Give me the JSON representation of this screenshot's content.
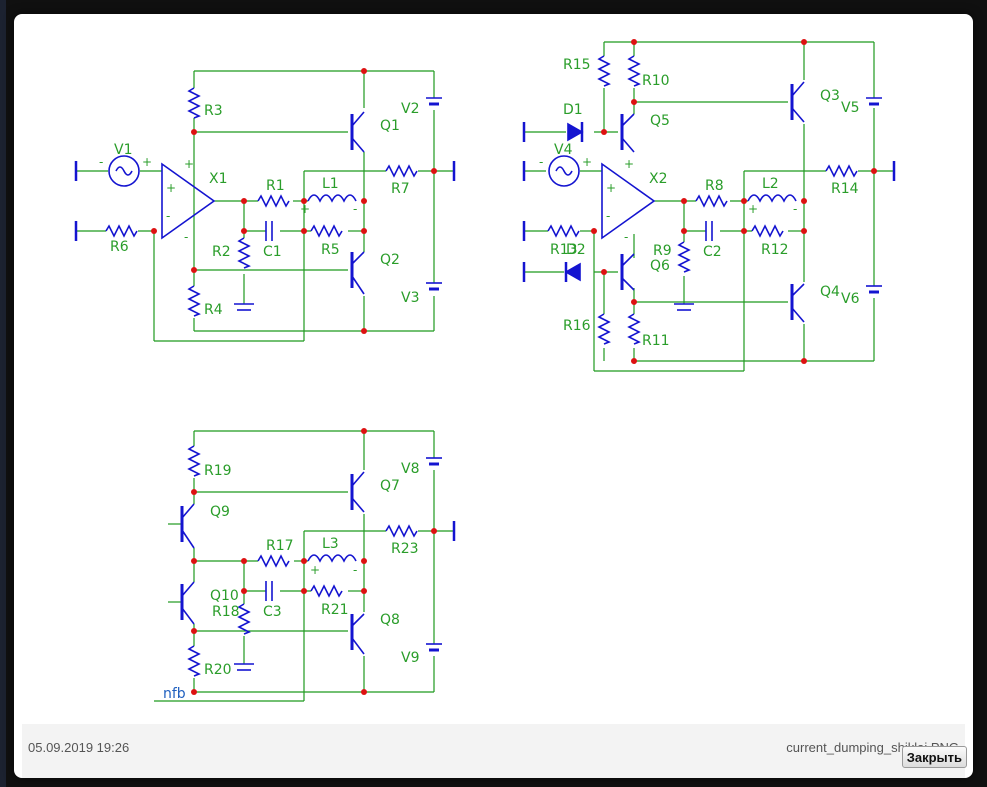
{
  "viewer": {
    "date": "05.09.2019 19:26",
    "filename": "current_dumping_shiklai.PNG",
    "close_label": "Закрыть"
  },
  "schematic": {
    "circuit1": {
      "labels": {
        "r3": "R3",
        "q1": "Q1",
        "v2": "V2",
        "v1": "V1",
        "x1": "X1",
        "r1": "R1",
        "l1": "L1",
        "r7": "R7",
        "r6": "R6",
        "r2": "R2",
        "c1": "C1",
        "r5": "R5",
        "q2": "Q2",
        "v3": "V3",
        "r4": "R4"
      }
    },
    "circuit2": {
      "labels": {
        "r15": "R15",
        "r10": "R10",
        "q3": "Q3",
        "v5": "V5",
        "d1": "D1",
        "q5": "Q5",
        "v4": "V4",
        "x2": "X2",
        "r8": "R8",
        "l2": "L2",
        "r14": "R14",
        "r13": "R13",
        "d2": "D2",
        "r9": "R9",
        "q6": "Q6",
        "c2": "C2",
        "r12": "R12",
        "q4": "Q4",
        "v6": "V6",
        "r16": "R16",
        "r11": "R11"
      }
    },
    "circuit3": {
      "labels": {
        "r19": "R19",
        "q7": "Q7",
        "v8": "V8",
        "q9": "Q9",
        "r23": "R23",
        "r17": "R17",
        "l3": "L3",
        "q10": "Q10",
        "r18": "R18",
        "c3": "C3",
        "r21": "R21",
        "q8": "Q8",
        "v9": "V9",
        "r20": "R20",
        "nfb": "nfb"
      }
    }
  }
}
